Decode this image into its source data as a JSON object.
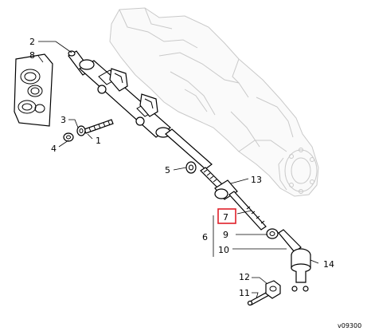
{
  "diagram": {
    "reference": "v09300",
    "highlight_color": "#e0202a",
    "highlighted_callout": "7",
    "callouts": [
      {
        "id": "c1",
        "label": "1"
      },
      {
        "id": "c2",
        "label": "2"
      },
      {
        "id": "c3",
        "label": "3"
      },
      {
        "id": "c4",
        "label": "4"
      },
      {
        "id": "c5",
        "label": "5"
      },
      {
        "id": "c6",
        "label": "6"
      },
      {
        "id": "c7",
        "label": "7"
      },
      {
        "id": "c8",
        "label": "8"
      },
      {
        "id": "c9",
        "label": "9"
      },
      {
        "id": "c10",
        "label": "10"
      },
      {
        "id": "c11",
        "label": "11"
      },
      {
        "id": "c12",
        "label": "12"
      },
      {
        "id": "c13",
        "label": "13"
      },
      {
        "id": "c14",
        "label": "14"
      }
    ]
  }
}
